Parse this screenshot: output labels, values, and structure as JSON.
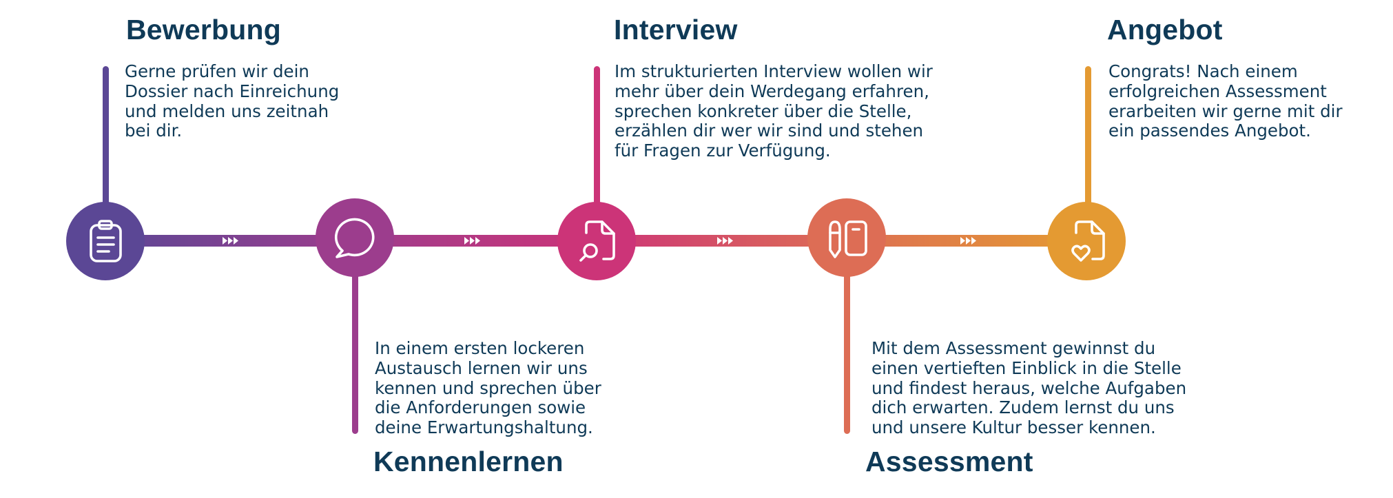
{
  "colors": {
    "title_text": "#0f3a57",
    "body_text": "#0f3a57",
    "gradient_stops": [
      "#5b4795",
      "#9c3d8d",
      "#cc3478",
      "#dd6d55",
      "#e49a32"
    ],
    "arrow_marker": "#ffffff"
  },
  "steps": [
    {
      "title": "Bewerbung",
      "icon": "clipboard-icon",
      "color": "#5b4795",
      "text": [
        "Gerne prüfen wir dein",
        "Dossier nach Einreichung",
        "und melden uns zeitnah",
        "bei dir."
      ]
    },
    {
      "title": "Kennenlernen",
      "icon": "chat-bubble-icon",
      "color": "#9c3d8d",
      "text": [
        "In einem ersten lockeren",
        "Austausch lernen wir uns",
        "kennen und sprechen über",
        "die Anforderungen sowie",
        "deine Erwartungshaltung."
      ]
    },
    {
      "title": "Interview",
      "icon": "document-search-icon",
      "color": "#cc3478",
      "text": [
        "Im strukturierten Interview wollen wir",
        "mehr über dein Werdegang erfahren,",
        "sprechen konkreter über die Stelle,",
        "erzählen dir wer wir sind und stehen",
        "für Fragen zur Verfügung."
      ]
    },
    {
      "title": "Assessment",
      "icon": "pen-notebook-icon",
      "color": "#dd6d55",
      "text": [
        "Mit dem Assessment gewinnst du",
        "einen vertieften Einblick in die Stelle",
        "und findest heraus, welche Aufgaben",
        "dich erwarten. Zudem lernst du uns",
        "und unsere Kultur besser kennen."
      ]
    },
    {
      "title": "Angebot",
      "icon": "document-heart-icon",
      "color": "#e49a32",
      "text": [
        "Congrats! Nach einem",
        "erfolgreichen Assessment",
        "erarbeiten wir gerne mit dir",
        "ein passendes Angebot."
      ]
    }
  ]
}
